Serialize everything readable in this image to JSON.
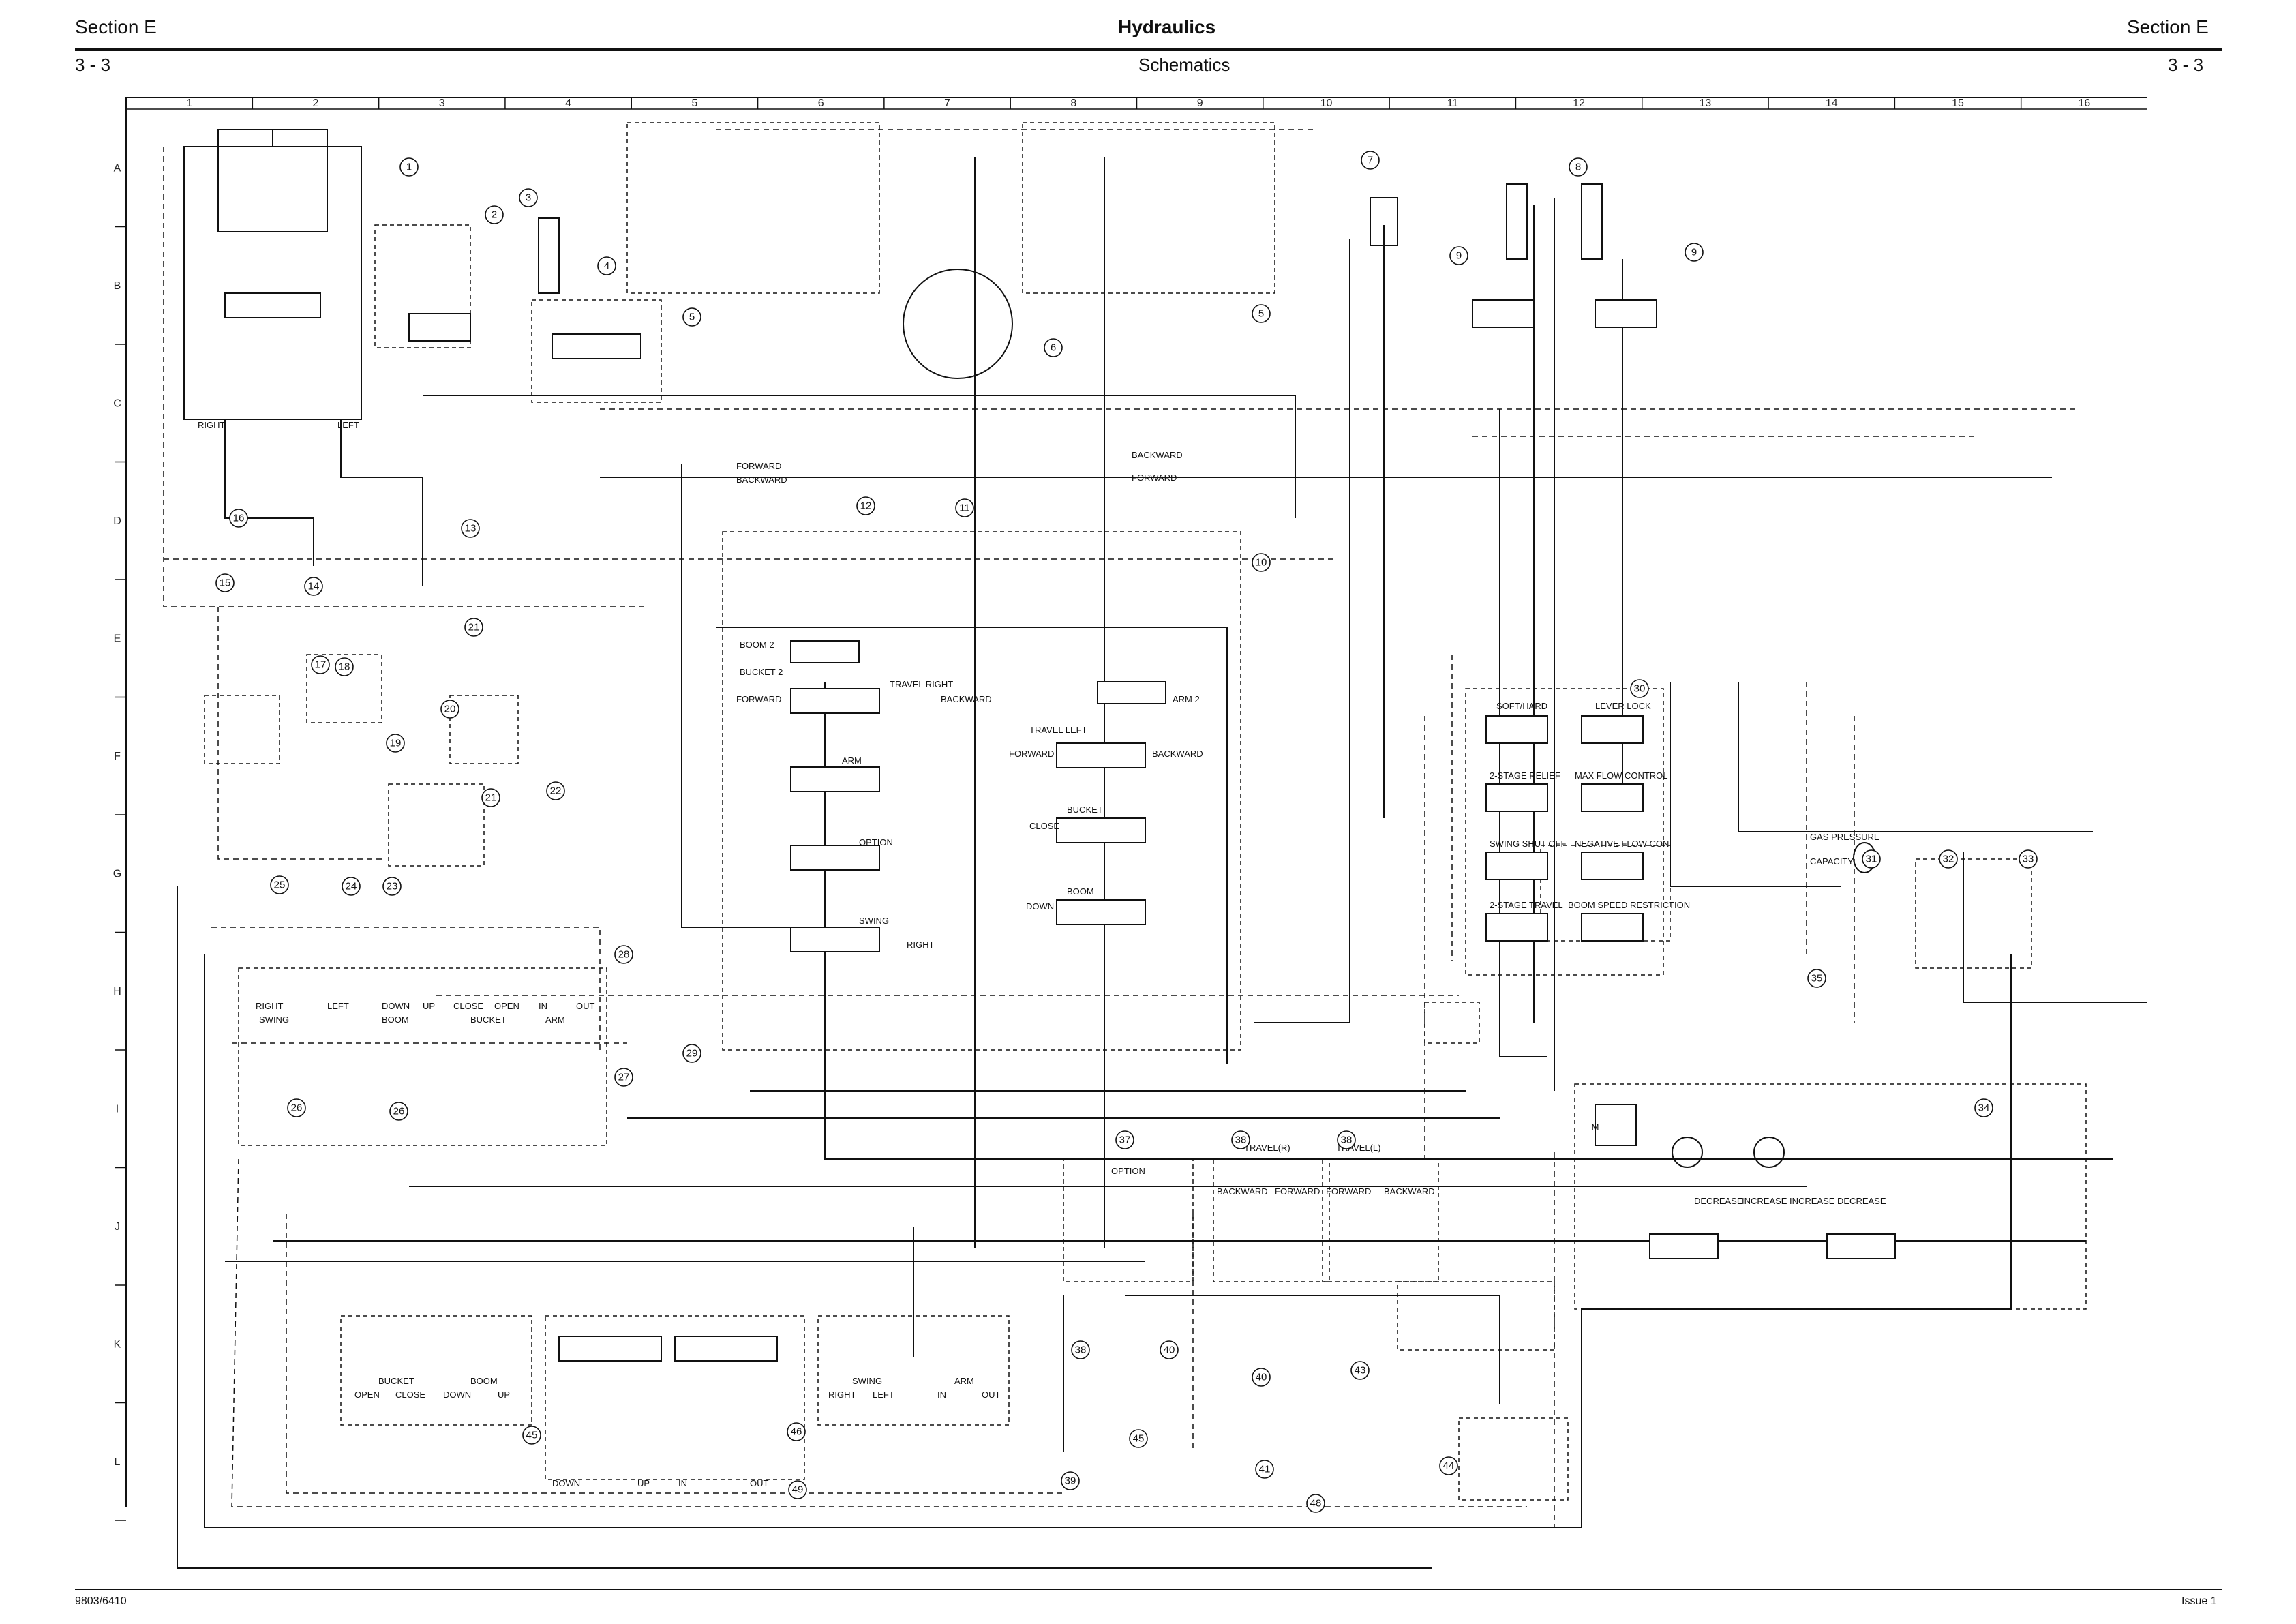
{
  "header": {
    "section_left": "Section E",
    "section_right": "Section E",
    "title": "Hydraulics",
    "page_left": "3 - 3",
    "page_right": "3 - 3",
    "subtitle": "Schematics"
  },
  "footer": {
    "doc_number": "9803/6410",
    "issue": "Issue 1"
  },
  "grid": {
    "columns": [
      "1",
      "2",
      "3",
      "4",
      "5",
      "6",
      "7",
      "8",
      "9",
      "10",
      "11",
      "12",
      "13",
      "14",
      "15",
      "16"
    ],
    "rows": [
      "A",
      "B",
      "C",
      "D",
      "E",
      "F",
      "G",
      "H",
      "I",
      "J",
      "K",
      "L"
    ]
  },
  "callouts": [
    "1",
    "2",
    "3",
    "4",
    "5",
    "5",
    "6",
    "7",
    "8",
    "9",
    "9",
    "10",
    "11",
    "12",
    "13",
    "14",
    "15",
    "16",
    "17",
    "18",
    "19",
    "20",
    "21",
    "21",
    "22",
    "23",
    "24",
    "25",
    "26",
    "26",
    "27",
    "28",
    "29",
    "30",
    "31",
    "32",
    "33",
    "34",
    "35",
    "37",
    "38",
    "38",
    "38",
    "39",
    "40",
    "40",
    "41",
    "43",
    "44",
    "45",
    "45",
    "46",
    "48",
    "49"
  ],
  "labels": {
    "right": "RIGHT",
    "left": "LEFT",
    "forward": "FORWARD",
    "backward": "BACKWARD",
    "travel_right": "TRAVEL RIGHT",
    "travel_left": "TRAVEL LEFT",
    "boom": "BOOM",
    "boom2": "BOOM 2",
    "bucket": "BUCKET",
    "bucket2": "BUCKET 2",
    "arm": "ARM",
    "arm2": "ARM 2",
    "option": "OPTION",
    "swing": "SWING",
    "close": "CLOSE",
    "open": "OPEN",
    "down": "DOWN",
    "up": "UP",
    "in": "IN",
    "out": "OUT",
    "soft_hard": "SOFT/HARD",
    "lever_lock": "LEVER LOCK",
    "two_stage_relief": "2-STAGE RELIEF",
    "max_flow_control": "MAX FLOW CONTROL",
    "swing_shut_off": "SWING SHUT OFF",
    "negative_flow_con": "NEGATIVE FLOW CON.",
    "two_stage_travel": "2-STAGE TRAVEL",
    "boom_speed_restriction": "BOOM SPEED RESTRICTION",
    "gas_pressure": "GAS PRESSURE",
    "capacity": "CAPACITY",
    "increase": "INCREASE",
    "decrease": "DECREASE",
    "travel_r": "TRAVEL(R)",
    "travel_l": "TRAVEL(L)",
    "motor": "M"
  }
}
